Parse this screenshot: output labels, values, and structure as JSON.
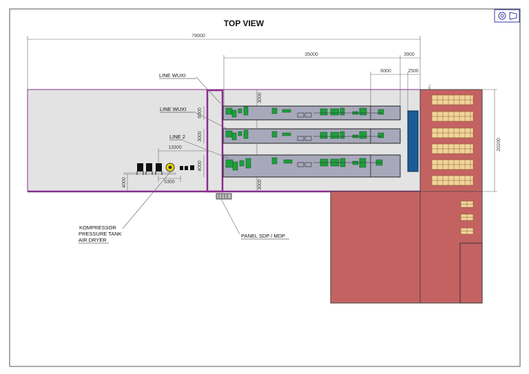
{
  "title": "TOP VIEW",
  "dimensions": {
    "overall": "78000",
    "lines_span": "35000",
    "right_gap": "3900",
    "seg_6000": "6000",
    "seg_2500": "2500",
    "width_20200": "20200",
    "comp_13300": "13300",
    "comp_5300": "5300",
    "comp_4000": "4000",
    "v3000_top": "3000",
    "v3000_bottom": "3000",
    "v4000": "4000",
    "v3000_mid": "3000",
    "v6000": "6000"
  },
  "labels": {
    "line_wuxi_1": "LINE WUXI",
    "line_wuxi_2": "LINE WUXI",
    "line_2": "LINE 2",
    "kompressor": "KOMPRESSOR",
    "pressure_tank": "PRESSURE TANK",
    "air_dryer": "AIR DRYER",
    "panel": "PANEL SDP / MDP"
  },
  "colors": {
    "floor": "#e3e3e3",
    "line_body": "#a8a8bb",
    "machine": "#1e9f3c",
    "warehouse": "#c46262",
    "pallet": "#f0d49a",
    "wall": "#8a2b8e",
    "blue_block": "#1c5c96"
  }
}
